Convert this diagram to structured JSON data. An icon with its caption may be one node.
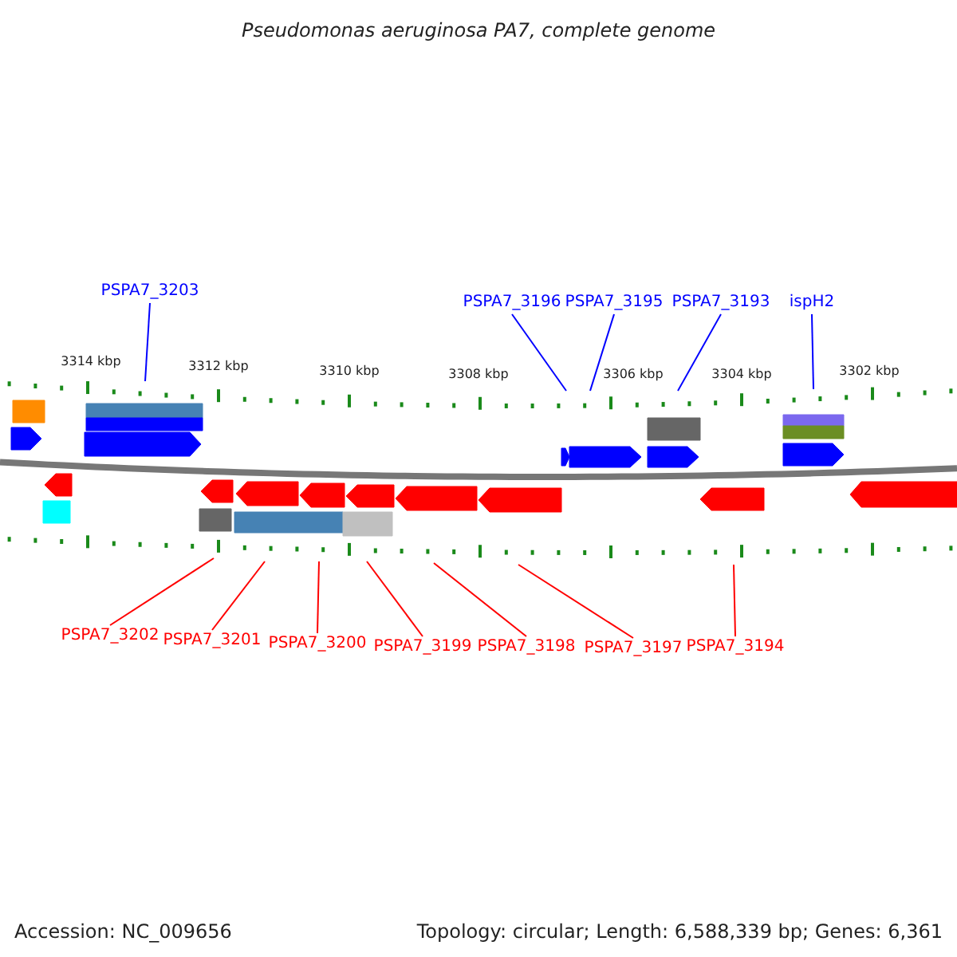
{
  "diagram": {
    "title": "Pseudomonas aeruginosa PA7, complete genome",
    "nodes": [
      {
        "text": [
          "PSPA7_3203"
        ]
      },
      {
        "text": [
          "PSPA7_3196"
        ]
      },
      {
        "text": [
          "PSPA7_3195"
        ]
      },
      {
        "text": [
          "PSPA7_3193"
        ]
      },
      {
        "text": [
          "ispH2"
        ]
      },
      {
        "text": [
          "PSPA7_3202"
        ]
      },
      {
        "text": [
          "PSPA7_3201"
        ]
      },
      {
        "text": [
          "PSPA7_3200"
        ]
      },
      {
        "text": [
          "PSPA7_3199"
        ]
      },
      {
        "text": [
          "PSPA7_3198"
        ]
      },
      {
        "text": [
          "PSPA7_3197"
        ]
      },
      {
        "text": [
          "PSPA7_3194"
        ]
      }
    ],
    "edges": [
      {
        "from": 0,
        "to": null,
        "arrow": "none",
        "color": "#0000ff"
      },
      {
        "from": 1,
        "to": null,
        "arrow": "none",
        "color": "#0000ff"
      },
      {
        "from": 2,
        "to": null,
        "arrow": "none",
        "color": "#0000ff"
      },
      {
        "from": 3,
        "to": null,
        "arrow": "none",
        "color": "#0000ff"
      },
      {
        "from": 4,
        "to": null,
        "arrow": "none",
        "color": "#0000ff"
      },
      {
        "from": 5,
        "to": null,
        "arrow": "none"
      },
      {
        "from": 6,
        "to": null,
        "arrow": "none"
      },
      {
        "from": 7,
        "to": null,
        "arrow": "none"
      },
      {
        "from": 8,
        "to": null,
        "arrow": "none"
      },
      {
        "from": 9,
        "to": null,
        "arrow": "none"
      },
      {
        "from": 10,
        "to": null,
        "arrow": "none"
      },
      {
        "from": 11,
        "to": null,
        "arrow": "none"
      }
    ],
    "labels": [
      "3314 kbp",
      "3312 kbp",
      "3310 kbp",
      "3308 kbp",
      "3306 kbp",
      "3304 kbp",
      "3302 kbp",
      "Accession: NC_009656",
      "Topology: circular; Length: 6,588,339 bp; Genes: 6,361"
    ]
  }
}
